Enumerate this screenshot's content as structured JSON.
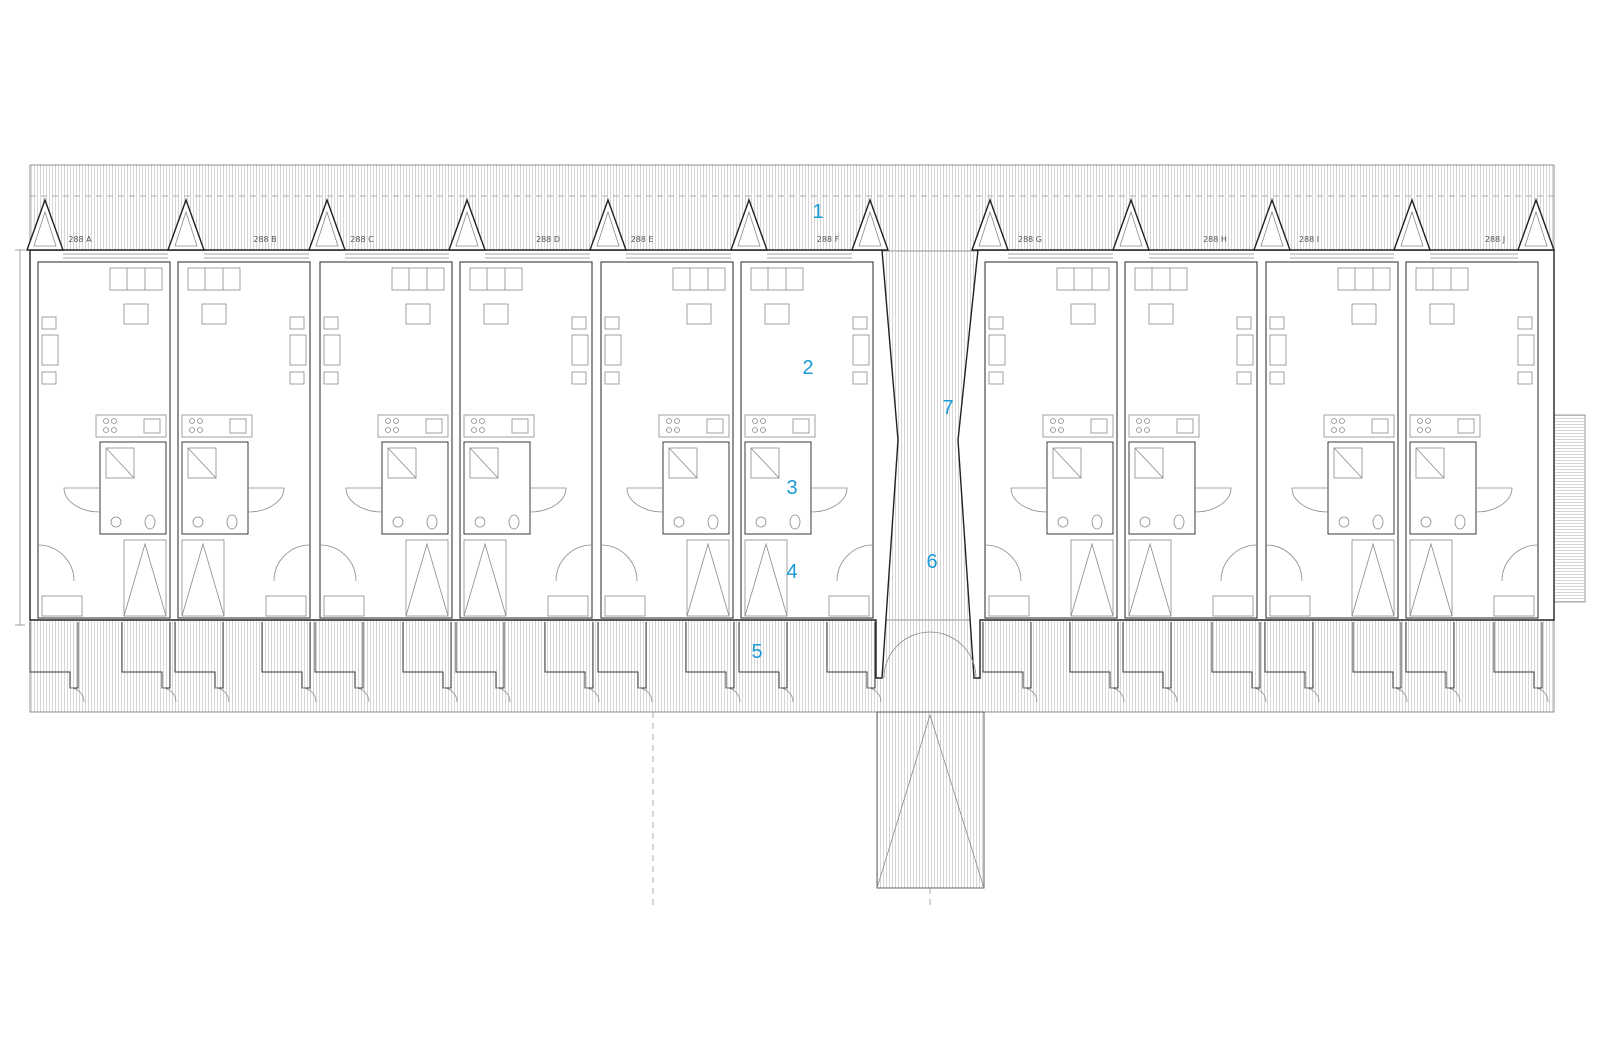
{
  "colors": {
    "callout": "#1a9ad6",
    "line": "#3a3a3a",
    "hatch": "#b8b8b8"
  },
  "units": [
    "288 A",
    "288 B",
    "288 C",
    "288 D",
    "288 E",
    "288 F",
    "288 G",
    "288 H",
    "288 I",
    "288 J"
  ],
  "callouts": [
    "1",
    "2",
    "3",
    "4",
    "5",
    "6",
    "7"
  ]
}
